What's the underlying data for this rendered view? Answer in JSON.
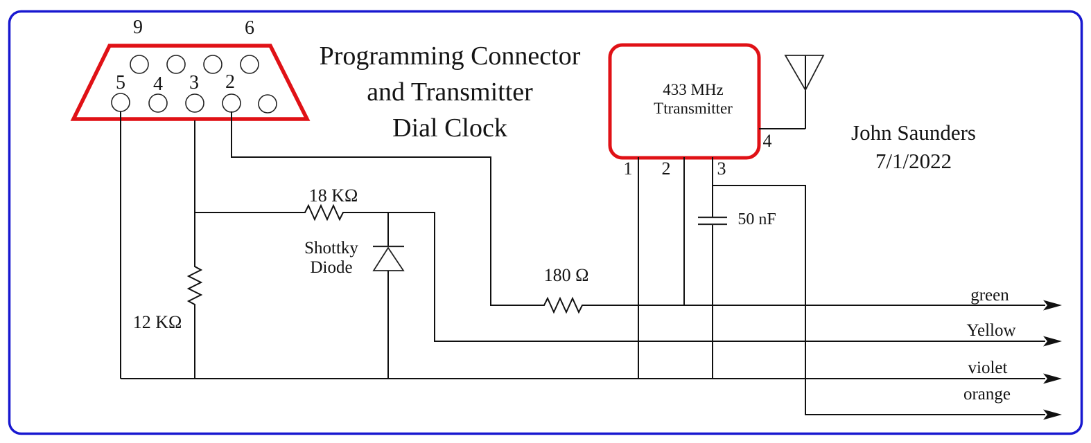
{
  "colors": {
    "border_blue": "#1818d0",
    "component_red": "#e01116",
    "wire_black": "#101010"
  },
  "title": {
    "line1": "Programming Connector",
    "line2": "and Transmitter",
    "line3": "Dial Clock"
  },
  "author": {
    "name": "John Saunders",
    "date": "7/1/2022"
  },
  "db9_connector": {
    "pin_labels_top": [
      "9",
      "6"
    ],
    "pin_labels_bottom": [
      "5",
      "4",
      "3",
      "2"
    ]
  },
  "transmitter": {
    "name_line1": "433 MHz",
    "name_line2": "Ttransmitter",
    "pin1": "1",
    "pin2": "2",
    "pin3": "3",
    "pin4": "4"
  },
  "components": {
    "resistor_18k": "18 KΩ",
    "resistor_12k": "12 KΩ",
    "resistor_180": "180 Ω",
    "diode_line1": "Shottky",
    "diode_line2": "Diode",
    "capacitor": "50 nF"
  },
  "wire_labels": {
    "green": "green",
    "yellow": "Yellow",
    "violet": "violet",
    "orange": "orange"
  }
}
